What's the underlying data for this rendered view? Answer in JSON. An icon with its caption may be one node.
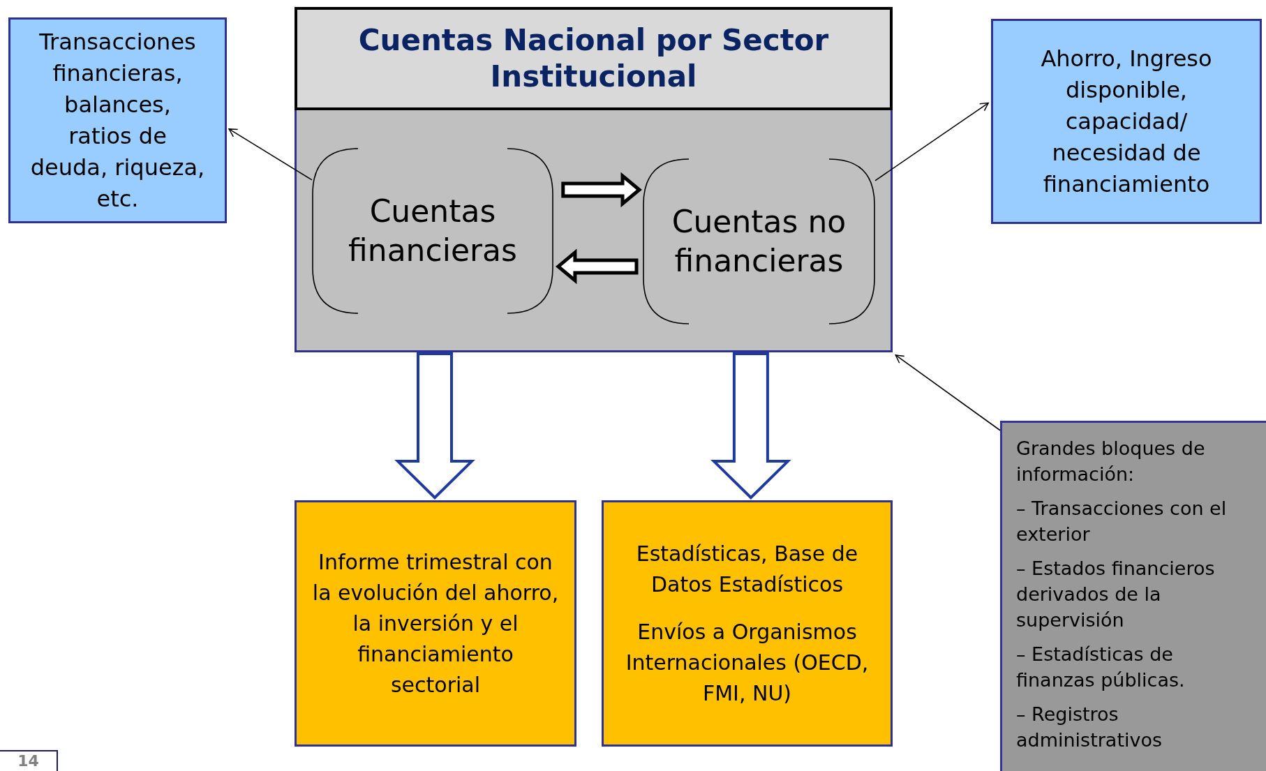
{
  "diagram": {
    "nodes": [
      {
        "text": [
          "Cuentas Nacional por Sector Institucional"
        ]
      },
      {
        "text": [
          "Cuentas financieras"
        ],
        "in": 0
      },
      {
        "text": [
          "Cuentas no financieras"
        ],
        "in": 0
      },
      {
        "text": [
          "Transacciones financieras, balances, ratios de deuda, riqueza, etc."
        ]
      },
      {
        "text": [
          "Ahorro, Ingreso disponible, capacidad/ necesidad de financiamiento"
        ]
      },
      {
        "text": [
          "Informe trimestral con la evolución del ahorro, la inversión y el financiamiento sectorial"
        ]
      },
      {
        "text": [
          "Estadísticas, Base de Datos Estadísticos",
          "Envíos a Organismos Internacionales (OECD, FMI, NU)"
        ]
      },
      {
        "text": [
          "Grandes bloques de información:",
          "– Transacciones con el exterior",
          "– Estados financieros derivados de la supervisión",
          "– Estadísticas de finanzas públicas.",
          "– Registros administrativos"
        ]
      }
    ],
    "edges": [
      {
        "from": 1,
        "to": 3,
        "arrow": "to"
      },
      {
        "from": 2,
        "to": 4,
        "arrow": "to"
      },
      {
        "from": 7,
        "to": 0,
        "arrow": "to"
      },
      {
        "from": 1,
        "to": 2,
        "arrow": "to",
        "style": "thick"
      },
      {
        "from": 2,
        "to": 1,
        "arrow": "to",
        "style": "thick"
      },
      {
        "from": 0,
        "to": 5,
        "arrow": "to",
        "style": "thick",
        "color": "#1f3a9e"
      },
      {
        "from": 0,
        "to": 6,
        "arrow": "to",
        "style": "thick",
        "color": "#1f3a9e"
      }
    ],
    "labels": [
      "14"
    ]
  }
}
